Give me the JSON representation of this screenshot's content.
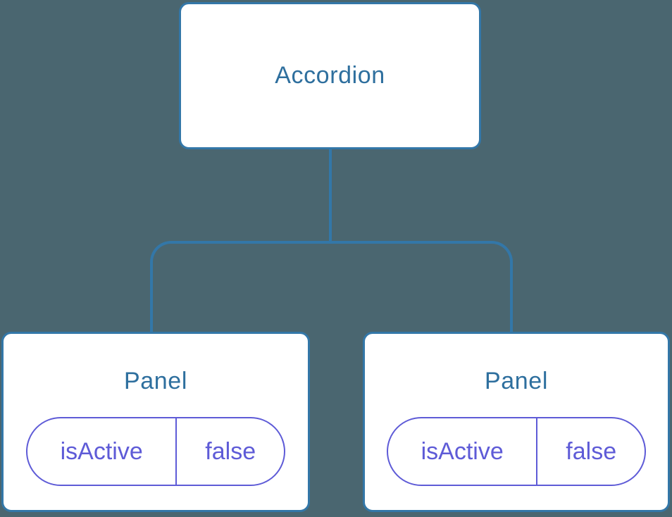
{
  "diagram": {
    "background_color": "#4a6670",
    "connector_color": "#3377a8",
    "node_fill_color": "#ffffff",
    "node_border_color": "#3377a8",
    "title_text_color": "#2e6f9e",
    "state_text_color": "#5e5bd7",
    "root": {
      "label": "Accordion"
    },
    "panels": [
      {
        "title": "Panel",
        "state_key": "isActive",
        "state_value": "false"
      },
      {
        "title": "Panel",
        "state_key": "isActive",
        "state_value": "false"
      }
    ]
  }
}
